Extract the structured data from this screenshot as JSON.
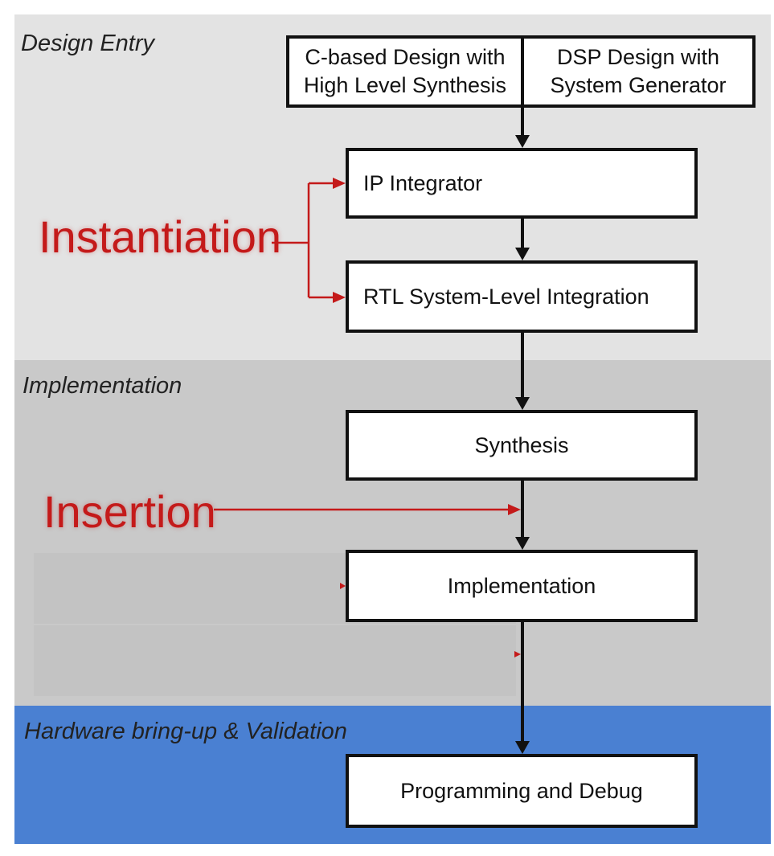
{
  "stages": {
    "design_entry": "Design Entry",
    "implementation": "Implementation",
    "hardware": "Hardware bring-up & Validation"
  },
  "entry": {
    "c_based": [
      "C-based Design with",
      "High Level Synthesis"
    ],
    "dsp": [
      "DSP Design with",
      "System Generator"
    ]
  },
  "boxes": {
    "ip_integrator": "IP Integrator",
    "rtl_integration": "RTL System-Level Integration",
    "synthesis": "Synthesis",
    "implementation": "Implementation",
    "programming": "Programming and Debug"
  },
  "annotations": {
    "instantiation": "Instantiation",
    "insertion": "Insertion"
  },
  "colors": {
    "design_band": "#e3e3e3",
    "implementation_band": "#c9c9c9",
    "hardware_band": "#4a80d2",
    "annotation": "#c41a1a",
    "box_border": "#111111"
  }
}
